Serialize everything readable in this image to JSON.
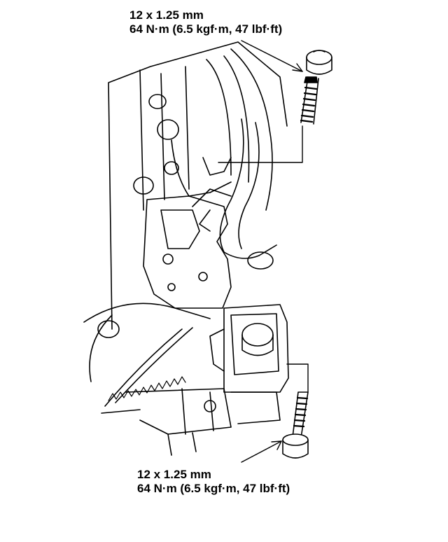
{
  "callouts": {
    "top": {
      "size": "12 x 1.25 mm",
      "torque": "64 N·m (6.5 kgf·m, 47 lbf·ft)"
    },
    "bottom": {
      "size": "12 x 1.25 mm",
      "torque": "64 N·m (6.5 kgf·m, 47 lbf·ft)"
    }
  },
  "colors": {
    "ink": "#000000",
    "paper": "#ffffff"
  }
}
